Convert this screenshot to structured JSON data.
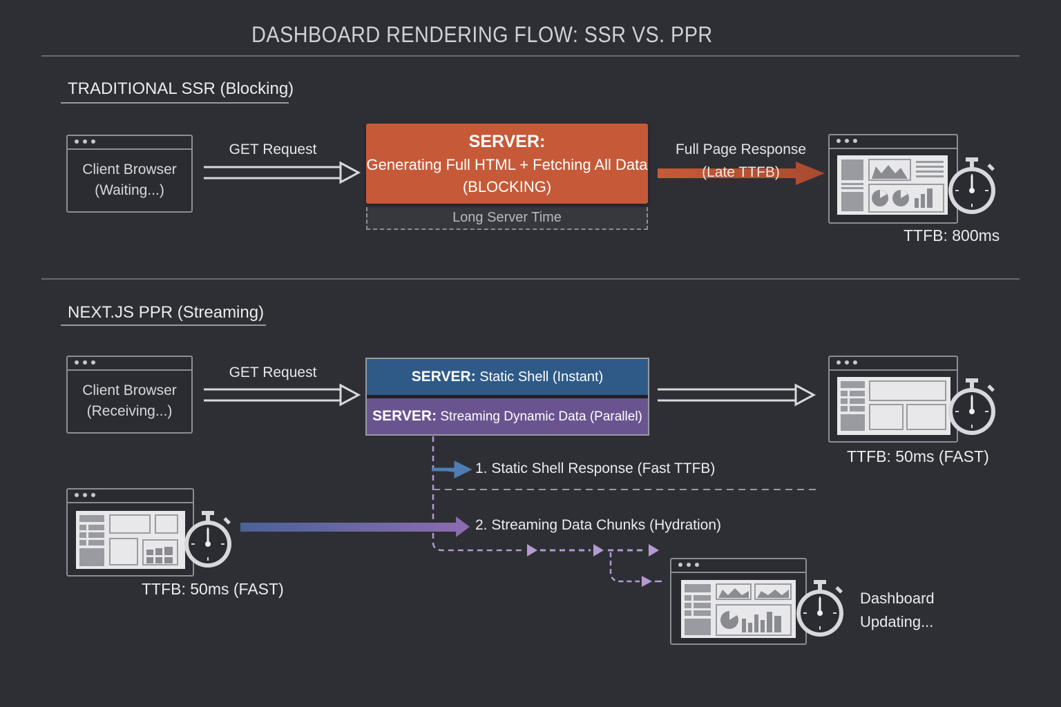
{
  "title": "DASHBOARD RENDERING FLOW: SSR VS. PPR",
  "ssr": {
    "section_title": "TRADITIONAL SSR (Blocking)",
    "client": {
      "line1": "Client Browser",
      "line2": "(Waiting...)"
    },
    "request_label": "GET Request",
    "server": {
      "heading": "SERVER:",
      "line1": "Generating Full HTML + Fetching All Data",
      "line2": "(BLOCKING)"
    },
    "server_time_label": "Long Server Time",
    "response": {
      "line1": "Full Page Response",
      "line2": "(Late TTFB)"
    },
    "ttfb": "TTFB: 800ms",
    "accent_color": "#c65a38"
  },
  "ppr": {
    "section_title": "NEXT.JS PPR (Streaming)",
    "client": {
      "line1": "Client Browser",
      "line2": "(Receiving...)"
    },
    "request_label": "GET Request",
    "server_static": {
      "heading": "SERVER:",
      "text": "Static Shell (Instant)"
    },
    "server_stream": {
      "heading": "SERVER:",
      "text": "Streaming Dynamic Data (Parallel)"
    },
    "ttfb_right": "TTFB: 50ms (FAST)",
    "step1": "1. Static Shell Response (Fast TTFB)",
    "step2": "2. Streaming Data Chunks (Hydration)",
    "ttfb_left": "TTFB: 50ms (FAST)",
    "dashboard_status": {
      "line1": "Dashboard",
      "line2": "Updating..."
    },
    "static_color": "#2f5a88",
    "stream_color": "#6a5490"
  }
}
